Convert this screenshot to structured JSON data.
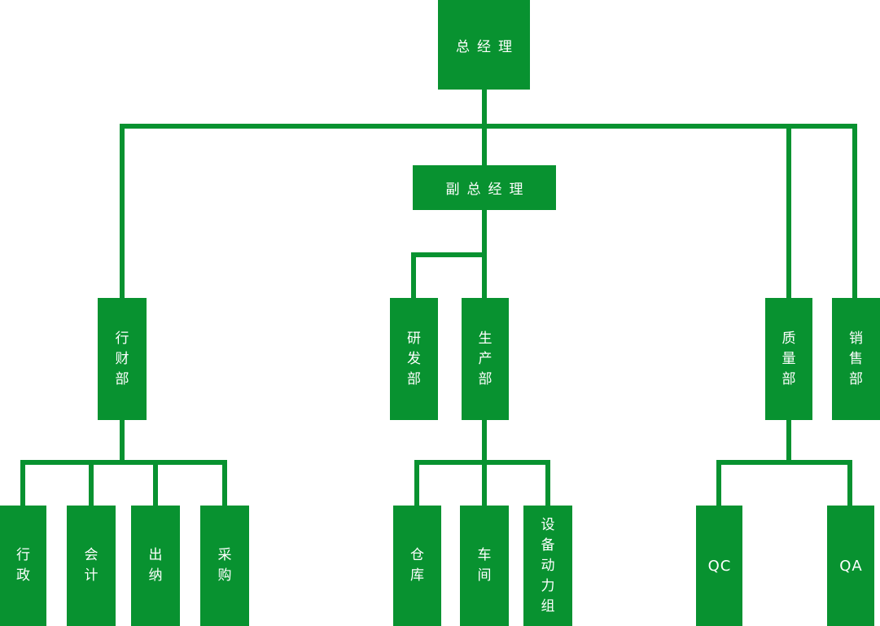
{
  "diagram": {
    "type": "org-chart",
    "colors": {
      "node": "#089230",
      "line": "#089230",
      "text": "#ffffff",
      "background": "#ffffff"
    },
    "nodes": {
      "general_manager": {
        "label": "总经理"
      },
      "deputy_general_manager": {
        "label": "副总经理"
      },
      "admin_finance_dept": {
        "label": "行财部"
      },
      "rd_dept": {
        "label": "研发部"
      },
      "production_dept": {
        "label": "生产部"
      },
      "quality_dept": {
        "label": "质量部"
      },
      "sales_dept": {
        "label": "销售部"
      },
      "admin": {
        "label": "行政"
      },
      "accounting": {
        "label": "会计"
      },
      "cashier": {
        "label": "出纳"
      },
      "purchasing": {
        "label": "采购"
      },
      "warehouse": {
        "label": "仓库"
      },
      "workshop": {
        "label": "车间"
      },
      "equipment_power_group": {
        "label": "设备动力组"
      },
      "qc": {
        "label": "QC"
      },
      "qa": {
        "label": "QA"
      }
    },
    "edges": [
      [
        "总经理",
        "行财部"
      ],
      [
        "总经理",
        "副总经理"
      ],
      [
        "总经理",
        "质量部"
      ],
      [
        "总经理",
        "销售部"
      ],
      [
        "副总经理",
        "研发部"
      ],
      [
        "副总经理",
        "生产部"
      ],
      [
        "行财部",
        "行政"
      ],
      [
        "行财部",
        "会计"
      ],
      [
        "行财部",
        "出纳"
      ],
      [
        "行财部",
        "采购"
      ],
      [
        "生产部",
        "仓库"
      ],
      [
        "生产部",
        "车间"
      ],
      [
        "生产部",
        "设备动力组"
      ],
      [
        "质量部",
        "QC"
      ],
      [
        "质量部",
        "QA"
      ]
    ]
  }
}
